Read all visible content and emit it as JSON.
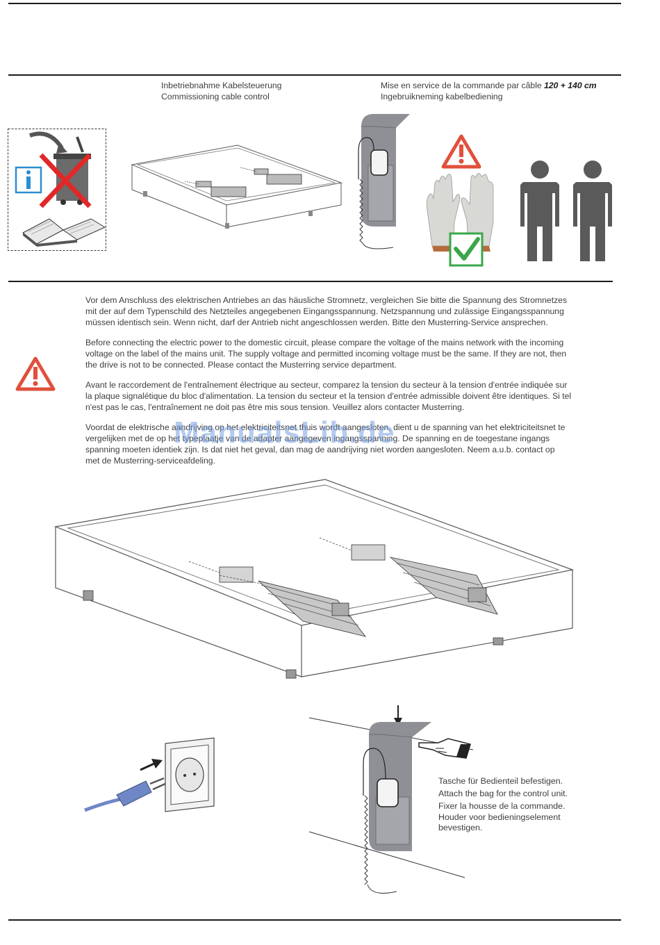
{
  "header": {
    "title_de": "Inbetriebnahme Kabelsteuerung",
    "title_en": "Commissioning cable control",
    "title_fr": "Mise en service de la commande par câble",
    "title_size": "120 + 140 cm",
    "title_nl": "Ingebruikneming kabelbediening"
  },
  "warnings": [
    "Vor dem Anschluss des elektrischen Antriebes an das häusliche Stromnetz, vergleichen Sie bitte die Spannung des Stromnetzes",
    "mit der auf dem Typenschild des Netzteiles angegebenen Eingangsspannung. Netzspannung und zulässige Eingangsspannung",
    "müssen identisch sein. Wenn nicht, darf der Antrieb nicht angeschlossen werden. Bitte den Musterring-Service ansprechen.",
    "Before connecting the electric power to the domestic circuit, please compare the voltage of the mains network with the incoming",
    "voltage on the label of the mains unit. The supply voltage and permitted incoming voltage must be the same.  If they are not, then",
    "the drive is not to be connected. Please contact the Musterring service department.",
    "Avant le raccordement de l'entraînement électrique au secteur, comparez la tension du secteur à la tension d'entrée indiquée sur",
    "la plaque signalétique du bloc d'alimentation. La tension du secteur et la tension d'entrée admissible doivent être identiques. Si tel",
    "n'est pas le cas, l'entraînement ne doit pas être mis sous tension. Veuillez alors contacter Musterring.",
    "Voordat de elektrische aandrijving op het elektriciteitsnet thuis wordt aangesloten, dient u de spanning van het elektriciteitsnet te",
    "vergelijken met de op het typeplaatje van de adapter aangegeven ingangsspanning. De spanning en de toegestane ingangs",
    "spanning moeten identiek zijn. Is dat niet het geval, dan mag de aandrijving niet worden aangesloten. Neem a.u.b. contact op",
    "met de Musterring-serviceafdeling."
  ],
  "watermark": "ManualsLib.de",
  "bag_caption": [
    "Tasche für Bedienteil befestigen.",
    "Attach the bag for the control unit.",
    "Fixer la housse de la commande.",
    "Houder voor bedieningselement",
    "bevestigen."
  ],
  "icons": {
    "info": "info-icon",
    "warning": "warning-triangle-icon",
    "check": "checkmark-icon",
    "person": "person-icon"
  },
  "colors": {
    "info_blue": "#2a8ed0",
    "warning_red": "#e0503c",
    "check_green": "#3aa648",
    "bin_cross": "#e02828",
    "bag_gray": "#8e9095",
    "person_gray": "#5a5a5a",
    "cable_blue": "#6f87c6"
  }
}
